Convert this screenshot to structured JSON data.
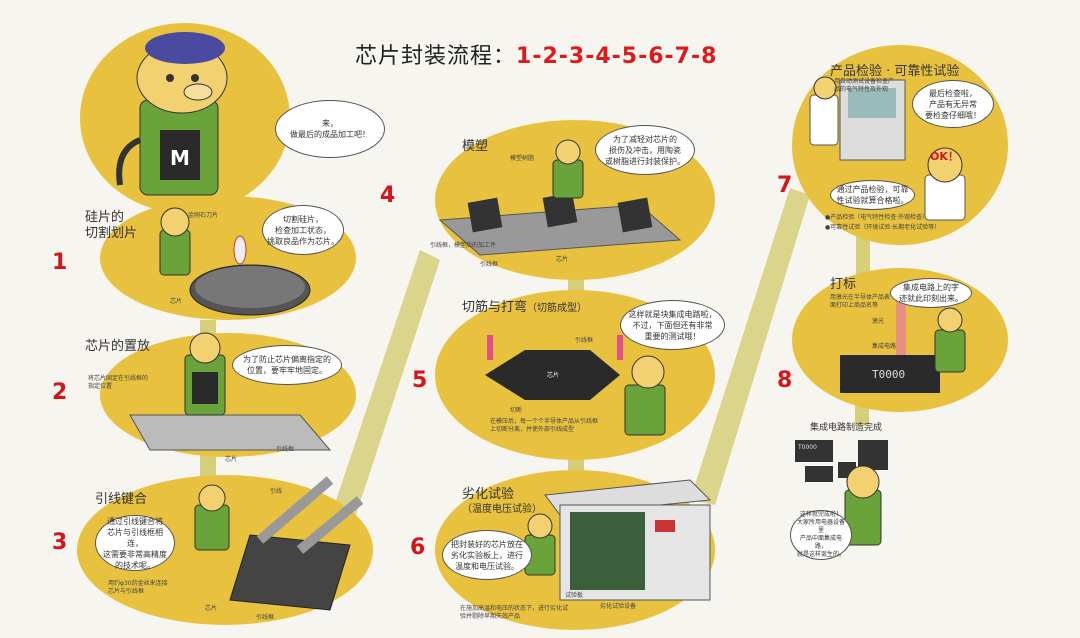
{
  "title": {
    "text": "芯片封装流程：",
    "numbers": "1-2-3-4-5-6-7-8"
  },
  "intro": {
    "bubble": "来，\n做最后的成品加工吧！"
  },
  "steps": [
    {
      "num": "1",
      "title": "硅片的\n切割划片",
      "bubble": "切割硅片，\n检查加工状态，\n挑取良品作为芯片。",
      "labels": [
        "金刚石刀片",
        "芯片"
      ]
    },
    {
      "num": "2",
      "title": "芯片的置放",
      "bubble": "为了防止芯片偏离指定的\n位置，要牢牢地固定。",
      "labels": [
        "将芯片固定在引线框的指定位置",
        "芯片",
        "引线框"
      ]
    },
    {
      "num": "3",
      "title": "引线键合",
      "bubble": "通过引线键合将\n芯片与引线框相连，\n这需要非常高精度\n的技术呢。",
      "labels": [
        "引线",
        "芯片",
        "引线框",
        "用约φ30的金丝来连接芯片与引线框"
      ]
    },
    {
      "num": "4",
      "title": "模塑",
      "bubble": "为了减轻对芯片的\n损伤及冲击，用陶瓷\n或树脂进行封装保护。",
      "labels": [
        "模塑树脂",
        "芯片",
        "引线框",
        "引线框，模塑后的加工件"
      ]
    },
    {
      "num": "5",
      "title": "切筋与打弯",
      "title_sub": "（切筋成型）",
      "bubble": "这样就是块集成电路啦，\n不过，下面但还有非常\n重要的测试哦！",
      "labels": [
        "引线框",
        "切断",
        "芯片",
        "在模压后，每一个个半导体产品从引线框上切断分离，并使外部引线成型"
      ]
    },
    {
      "num": "6",
      "title": "劣化试验",
      "title_sub": "（温度电压试验）",
      "bubble": "把封装好的芯片放在\n劣化实验板上，进行\n温度和电压试验。",
      "labels": [
        "在施加高温和电压的状态下，进行劣化试验并剔除早期失效产品",
        "劣化试验设备",
        "试验板"
      ]
    },
    {
      "num": "7",
      "title": "产品检验 · 可靠性试验",
      "bubble": "最后检查啦，\n产品有无异常\n要检查仔细哦！",
      "bubble2": "通过产品检验，可靠\n性试验就算合格啦。",
      "ok": "OK！",
      "labels": [
        "用自动测试设备检查产品的电气特性及外观",
        "●产品检验（电气特性检查·外观检查）",
        "●可靠性试验（环境试验·长期老化试验等）"
      ]
    },
    {
      "num": "8",
      "title": "打标",
      "bubble": "集成电路上的字\n迹就此印刻出来。",
      "chip_text": "T0000",
      "labels": [
        "用激光在半导体产品表面打印上商品名等",
        "激光",
        "集成电路"
      ]
    }
  ],
  "finish": {
    "title": "集成电路制造完成",
    "bubble": "这样就完成啦！\n大家所用电器设备里\n产品中面集成电路，\n就是这样诞生的。",
    "chip_text": "T0000"
  },
  "colors": {
    "panel": "#e8c23e",
    "accent": "#d8141b",
    "robot_body": "#6aa33a",
    "robot_face": "#f3d070",
    "chip": "#2a2a2a"
  }
}
